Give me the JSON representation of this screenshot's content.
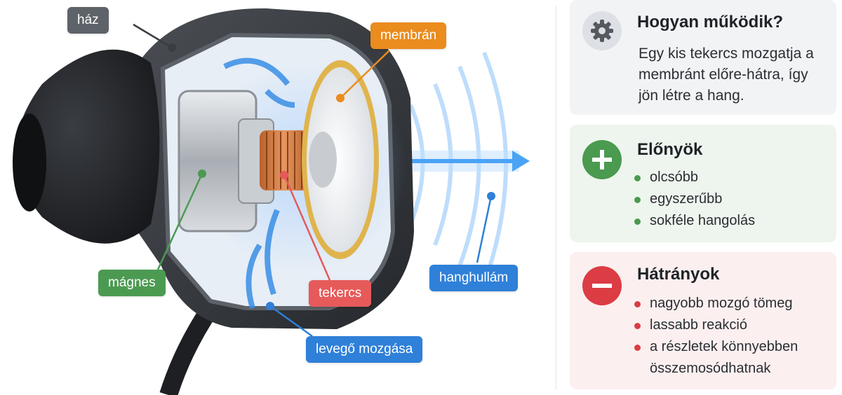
{
  "labels": {
    "haz": "ház",
    "membran": "membrán",
    "magnes": "mágnes",
    "tekercs": "tekercs",
    "hanghullam": "hanghullám",
    "levego": "levegő mozgása"
  },
  "label_colors": {
    "haz": "#5e6369",
    "membran": "#ea8c1e",
    "magnes": "#4c9a52",
    "tekercs": "#e65a5a",
    "hanghullam": "#2f80d8",
    "levego": "#2f80d8"
  },
  "how": {
    "icon": "gear-icon",
    "title": "Hogyan működik?",
    "text": "Egy kis tekercs mozgatja a membránt előre-hátra, így jön létre a hang."
  },
  "pros": {
    "icon": "plus-icon",
    "title": "Előnyök",
    "items": [
      "olcsóbb",
      "egyszerűbb",
      "sokféle hangolás"
    ],
    "accent": "#4a9a4f"
  },
  "cons": {
    "icon": "minus-icon",
    "title": "Hátrányok",
    "items": [
      "nagyobb mozgó tömeg",
      "lassabb reakció",
      "a részletek könnyebben összemosódhatnak"
    ],
    "accent": "#dc3c44"
  }
}
